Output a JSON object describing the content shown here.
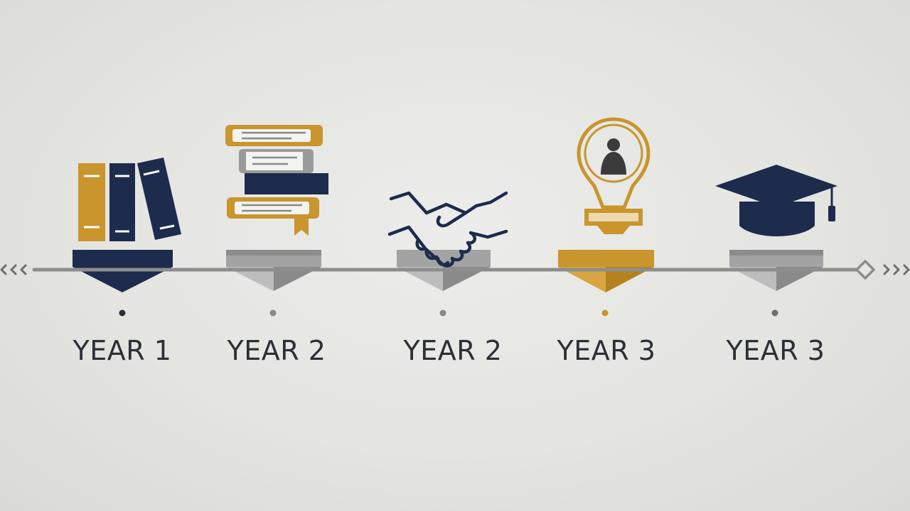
{
  "colors": {
    "navy": "#1d2b4c",
    "gold": "#c9952c",
    "gray": "#8a8a8a",
    "light_gray": "#bdbdbd",
    "line": "#8d8d8d",
    "text": "#2b2f36"
  },
  "milestones": [
    {
      "label": "YEAR 1",
      "icon": "books-icon",
      "accent": "navy"
    },
    {
      "label": "YEAR 2",
      "icon": "stacked-books-icon",
      "accent": "gray"
    },
    {
      "label": "YEAR 2",
      "icon": "handshake-icon",
      "accent": "gray"
    },
    {
      "label": "YEAR 3",
      "icon": "lightbulb-icon",
      "accent": "gold"
    },
    {
      "label": "YEAR 3",
      "icon": "graduation-cap-icon",
      "accent": "gray"
    }
  ]
}
